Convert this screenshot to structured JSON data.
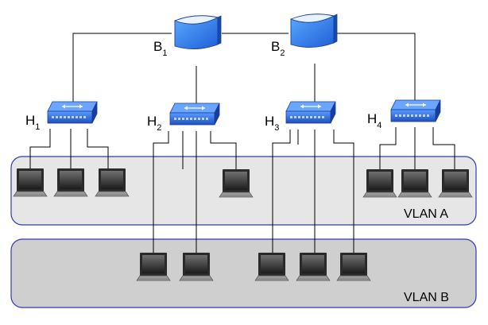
{
  "diagram": {
    "bridges": [
      {
        "name": "B",
        "sub": "1"
      },
      {
        "name": "B",
        "sub": "2"
      }
    ],
    "hubs": [
      {
        "name": "H",
        "sub": "1"
      },
      {
        "name": "H",
        "sub": "2"
      },
      {
        "name": "H",
        "sub": "3"
      },
      {
        "name": "H",
        "sub": "4"
      }
    ],
    "vlans": [
      {
        "label": "VLAN A",
        "color": "#e6e6e6"
      },
      {
        "label": "VLAN B",
        "color": "#cfcfcf"
      }
    ],
    "colors": {
      "device_blue": "#1f5fd6",
      "vlan_border": "#2f3bb0",
      "wire": "#000000"
    },
    "icons": {
      "bridge": "bridge-icon",
      "hub": "hub-icon",
      "computer": "computer-icon"
    }
  }
}
